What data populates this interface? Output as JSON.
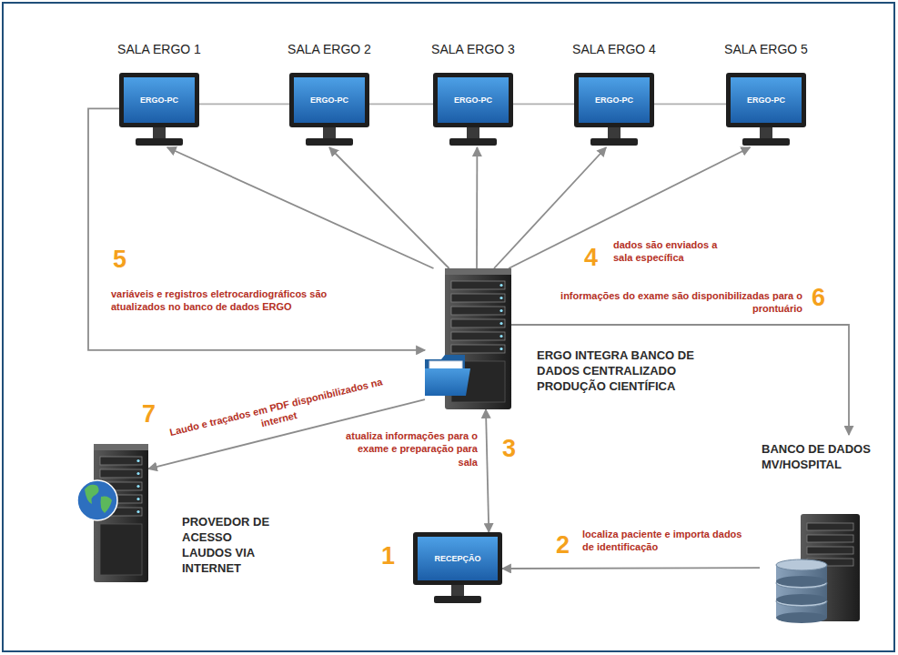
{
  "diagram": {
    "nodes": [
      {
        "text": [
          "SALA ERGO 1",
          "ERGO-PC"
        ]
      },
      {
        "text": [
          "SALA ERGO 2",
          "ERGO-PC"
        ]
      },
      {
        "text": [
          "SALA ERGO 3",
          "ERGO-PC"
        ]
      },
      {
        "text": [
          "SALA ERGO 4",
          "ERGO-PC"
        ]
      },
      {
        "text": [
          "SALA ERGO 5",
          "ERGO-PC"
        ]
      },
      {
        "text": [
          "ERGO INTEGRA BANCO DE DADOS CENTRALIZADO PRODUÇÃO CIENTÍFICA"
        ]
      },
      {
        "text": [
          "PROVEDOR DE ACESSO LAUDOS VIA INTERNET"
        ]
      },
      {
        "text": [
          "RECEPÇÃO"
        ]
      },
      {
        "text": [
          "BANCO DE DADOS MV/HOSPITAL"
        ]
      }
    ],
    "edges": [
      {
        "from": 0,
        "to": 1,
        "arrow": "none"
      },
      {
        "from": 1,
        "to": 2,
        "arrow": "none"
      },
      {
        "from": 2,
        "to": 3,
        "arrow": "none"
      },
      {
        "from": 3,
        "to": 4,
        "arrow": "none"
      },
      {
        "from": 5,
        "to": 0,
        "arrow": "to"
      },
      {
        "from": 5,
        "to": 1,
        "arrow": "to"
      },
      {
        "from": 5,
        "to": 2,
        "arrow": "to"
      },
      {
        "from": 5,
        "to": 3,
        "arrow": "to"
      },
      {
        "from": 5,
        "to": 4,
        "arrow": "to",
        "label": "dados são enviados a sala específica"
      },
      {
        "from": 0,
        "to": 5,
        "arrow": "to",
        "label": "variáveis e registros eletrocardiográficos são atualizados no banco de dados ERGO"
      },
      {
        "from": 5,
        "to": 8,
        "arrow": "to",
        "label": "informações do exame são disponibilizadas para o prontuário"
      },
      {
        "from": 5,
        "to": 6,
        "arrow": "to",
        "label": "Laudo e traçados em PDF disponibilizados na internet"
      },
      {
        "from": 5,
        "to": 7,
        "arrow": "both",
        "label": "atualiza informações para o exame e preparação para sala"
      },
      {
        "from": 8,
        "to": 7,
        "arrow": "to",
        "label": "localiza paciente e importa dados de identificação"
      }
    ],
    "labels": [
      "1",
      "2",
      "3",
      "4",
      "5",
      "6",
      "7"
    ]
  }
}
